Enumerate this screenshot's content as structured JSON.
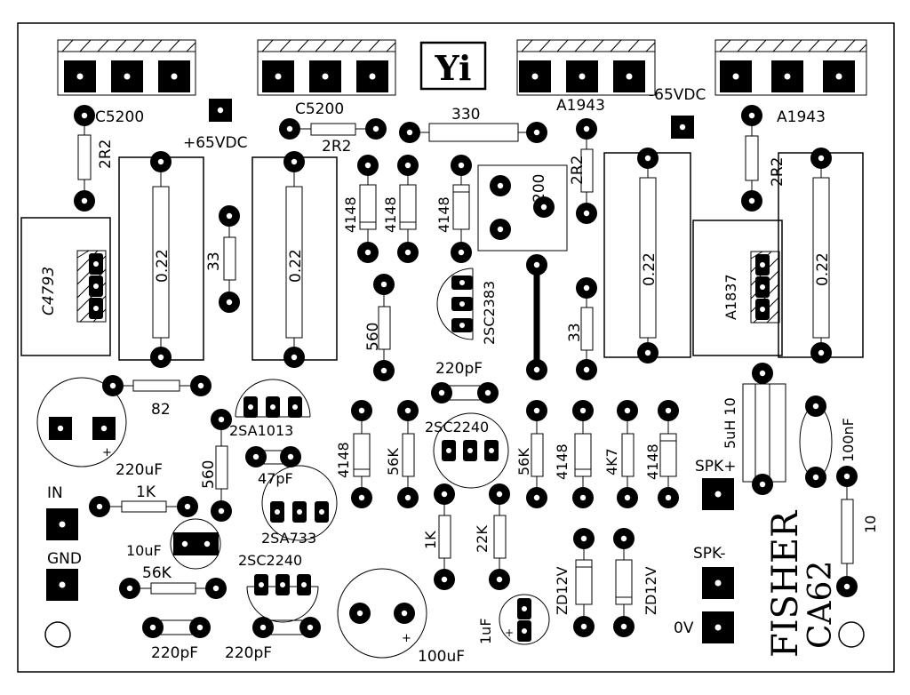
{
  "logo": "Yi",
  "brand": {
    "line1": "FISHER",
    "line2": "CA62"
  },
  "power": {
    "pos": "+65VDC",
    "neg": "-65VDC"
  },
  "transistors": {
    "c5200": "C5200",
    "a1943": "A1943",
    "c4793": "C4793",
    "a1837": "A1837",
    "c2383": "2SC2383",
    "c2240": "2SC2240",
    "a1013": "2SA1013",
    "a733": "2SA733"
  },
  "resistors": {
    "r2r2": "2R2",
    "r330": "330",
    "r022": "0.22",
    "r33": "33",
    "r82": "82",
    "r560": "560",
    "r56k": "56K",
    "r1k": "1K",
    "r22k": "22K",
    "r4k7": "4K7",
    "r10": "10",
    "trim200": "200"
  },
  "diodes": {
    "d4148": "4148",
    "zd12": "ZD12V"
  },
  "capacitors": {
    "c220uf": "220uF",
    "c10uf": "10uF",
    "c47pf": "47pF",
    "c220pf": "220pF",
    "c100uf": "100uF",
    "c1uf": "1uF",
    "c100nf": "100nF"
  },
  "inductor": "5uH 10",
  "terminals": {
    "input": "IN",
    "gnd": "GND",
    "spk_pos": "SPK+",
    "spk_neg": "SPK-",
    "zero_v": "0V"
  },
  "polarity_plus": "+"
}
